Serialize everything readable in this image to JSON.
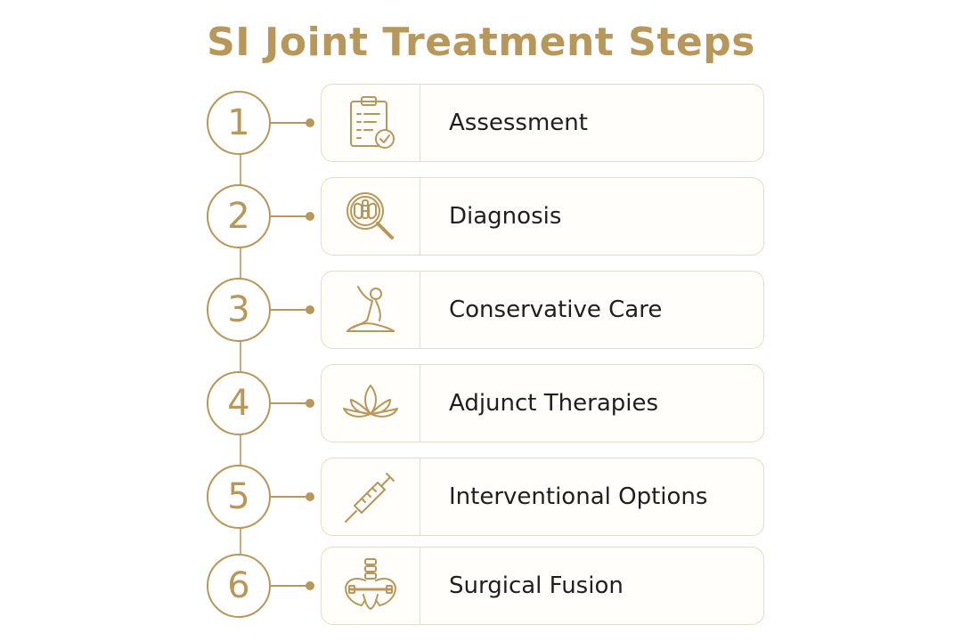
{
  "title": "SI Joint Treatment Steps",
  "colors": {
    "accent": "#B8975A",
    "card_border": "#E6DCC8",
    "text": "#1f1f1f"
  },
  "steps": [
    {
      "number": "1",
      "label": "Assessment",
      "icon": "clipboard-check-icon"
    },
    {
      "number": "2",
      "label": "Diagnosis",
      "icon": "pelvis-magnifier-icon"
    },
    {
      "number": "3",
      "label": "Conservative Care",
      "icon": "yoga-stretch-icon"
    },
    {
      "number": "4",
      "label": "Adjunct Therapies",
      "icon": "lotus-icon"
    },
    {
      "number": "5",
      "label": "Interventional Options",
      "icon": "syringe-icon"
    },
    {
      "number": "6",
      "label": "Surgical Fusion",
      "icon": "pelvis-fusion-icon"
    }
  ]
}
